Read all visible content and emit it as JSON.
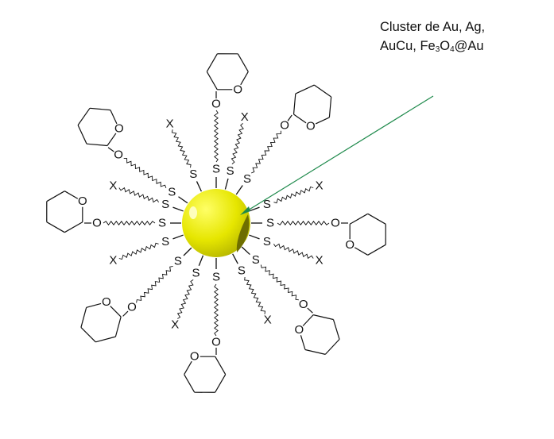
{
  "caption": {
    "line1": "Cluster de Au, Ag,",
    "line2_a": "AuCu, Fe",
    "line2_sub1": "3",
    "line2_b": "O",
    "line2_sub2": "4",
    "line2_c": "@Au"
  },
  "atoms": {
    "sulfur": "S",
    "oxygen": "O",
    "terminal": "X"
  },
  "colors": {
    "core": "#e6e600",
    "core_shadow": "#8a8a00",
    "arrow": "#1f8a4c",
    "bond": "#111111"
  },
  "branches": [
    {
      "angle": -90,
      "end": "sugar"
    },
    {
      "angle": -55,
      "end": "sugar"
    },
    {
      "angle": -20,
      "end": "X"
    },
    {
      "angle": 0,
      "end": "sugar"
    },
    {
      "angle": 20,
      "end": "X"
    },
    {
      "angle": 43,
      "end": "sugar"
    },
    {
      "angle": 62,
      "end": "X"
    },
    {
      "angle": 90,
      "end": "sugar"
    },
    {
      "angle": 112,
      "end": "X"
    },
    {
      "angle": 135,
      "end": "sugar"
    },
    {
      "angle": 160,
      "end": "X"
    },
    {
      "angle": 180,
      "end": "sugar"
    },
    {
      "angle": -160,
      "end": "X"
    },
    {
      "angle": -145,
      "end": "sugar"
    },
    {
      "angle": -115,
      "end": "X"
    },
    {
      "angle": -75,
      "end": "X"
    }
  ]
}
